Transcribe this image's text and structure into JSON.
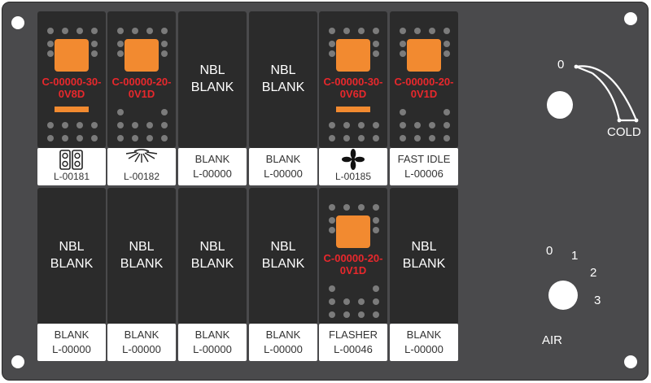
{
  "switches": [
    {
      "type": "rocker",
      "part": "C-00000-30-\n0V8D",
      "bar": true
    },
    {
      "type": "rocker",
      "part": "C-00000-20-\n0V1D",
      "bar": false
    },
    {
      "type": "blank",
      "text": "NBL\nBLANK"
    },
    {
      "type": "blank",
      "text": "NBL\nBLANK"
    },
    {
      "type": "rocker",
      "part": "C-00000-30-\n0V6D",
      "bar": true
    },
    {
      "type": "rocker",
      "part": "C-00000-20-\n0V1D",
      "bar": false
    },
    {
      "type": "blank",
      "text": "NBL\nBLANK"
    },
    {
      "type": "blank",
      "text": "NBL\nBLANK"
    },
    {
      "type": "blank",
      "text": "NBL\nBLANK"
    },
    {
      "type": "blank",
      "text": "NBL\nBLANK"
    },
    {
      "type": "rocker",
      "part": "C-00000-20-\n0V1D",
      "bar": false
    },
    {
      "type": "blank",
      "text": "NBL\nBLANK"
    }
  ],
  "labels": [
    {
      "icon": "work-light-icon",
      "code": "L-00181"
    },
    {
      "icon": "beacon-light-icon",
      "code": "L-00182"
    },
    {
      "text": "BLANK",
      "code": "L-00000"
    },
    {
      "text": "BLANK",
      "code": "L-00000"
    },
    {
      "icon": "fan-icon",
      "code": "L-00185"
    },
    {
      "text": "FAST IDLE",
      "code": "L-00006"
    },
    {
      "text": "BLANK",
      "code": "L-00000"
    },
    {
      "text": "BLANK",
      "code": "L-00000"
    },
    {
      "text": "BLANK",
      "code": "L-00000"
    },
    {
      "text": "BLANK",
      "code": "L-00000"
    },
    {
      "text": "FLASHER",
      "code": "L-00046"
    },
    {
      "text": "BLANK",
      "code": "L-00000"
    }
  ],
  "temp_knob": {
    "zero": "0",
    "label": "COLD"
  },
  "air_knob": {
    "positions": [
      "0",
      "1",
      "2",
      "3"
    ],
    "label": "AIR"
  },
  "colors": {
    "panel": "#4a4a4c",
    "switch": "#2b2b2b",
    "rocker": "#f28a30",
    "part_text": "#e8282c"
  }
}
